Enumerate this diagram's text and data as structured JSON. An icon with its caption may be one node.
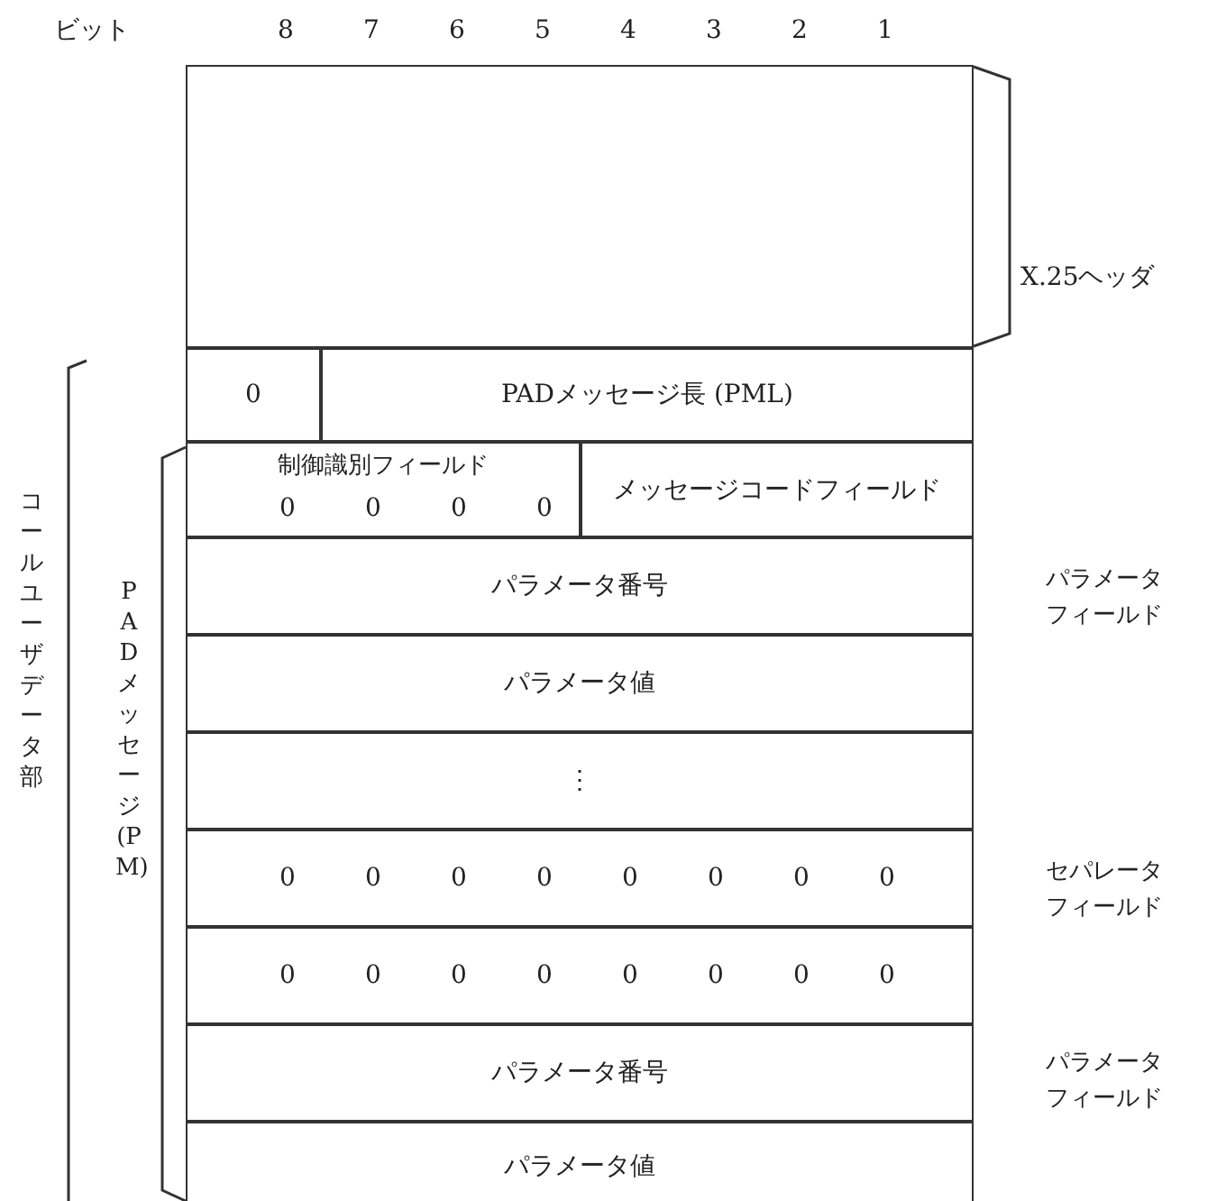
{
  "diagram": {
    "nodes": [
      {
        "text": [],
        "shape": "box"
      },
      {
        "text": [
          "0"
        ]
      },
      {
        "text": [
          "PADメッセージ長 (PML)"
        ]
      },
      {
        "text": [
          "制御識別フィールド",
          "0",
          "0",
          "0",
          "0"
        ]
      },
      {
        "text": [
          "メッセージコードフィールド"
        ]
      },
      {
        "text": [
          "パラメータ番号"
        ]
      },
      {
        "text": [
          "パラメータ値"
        ]
      },
      {
        "text": [
          "⋮"
        ]
      },
      {
        "text": [
          "0",
          "0",
          "0",
          "0",
          "0",
          "0",
          "0",
          "0"
        ]
      },
      {
        "text": [
          "0",
          "0",
          "0",
          "0",
          "0",
          "0",
          "0",
          "0"
        ]
      },
      {
        "text": [
          "パラメータ番号"
        ]
      },
      {
        "text": [
          "パラメータ値"
        ]
      }
    ],
    "edges": [],
    "labels": [
      "ビット",
      "8",
      "7",
      "6",
      "5",
      "4",
      "3",
      "2",
      "1",
      "X.25ヘッダ",
      "パラメータフィールド",
      "コールユーザデータ部",
      "PADメッセージ(PM)",
      "セパレータフィールド",
      "パラメータフィールド"
    ]
  }
}
